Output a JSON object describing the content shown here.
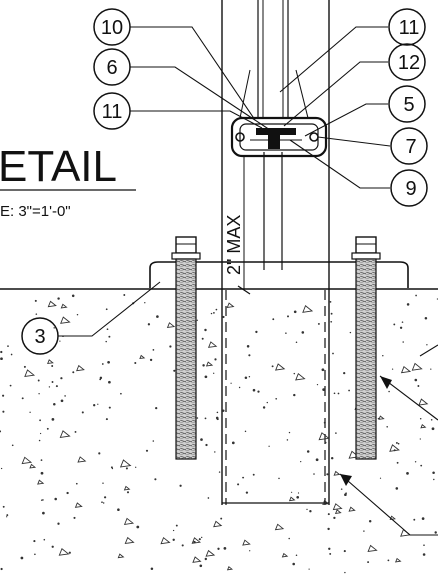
{
  "title": "ETAIL",
  "scale": "E: 3\"=1'-0\"",
  "dimension_label": "2\" MAX",
  "callouts": [
    "10",
    "6",
    "11",
    "11",
    "12",
    "5",
    "7",
    "9",
    "3"
  ]
}
